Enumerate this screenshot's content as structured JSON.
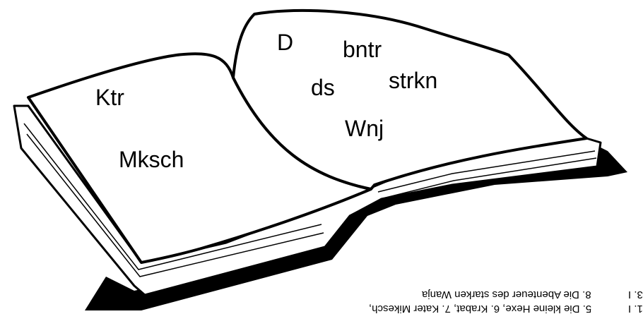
{
  "book": {
    "left_page_words": [
      "Ktr",
      "Mksch"
    ],
    "right_page_words": [
      "D",
      "bntr",
      "ds",
      "strkn",
      "Wnj"
    ]
  },
  "answers": {
    "line_a": "5. Die kleine Hexe, 6. Krabat, 7. Kater Mikesch,",
    "line_b": "8. Die Abenteuer des starken Wanja",
    "edge_a": "1. I",
    "edge_b": "3. I"
  },
  "colors": {
    "ink": "#000000",
    "paper": "#ffffff"
  }
}
